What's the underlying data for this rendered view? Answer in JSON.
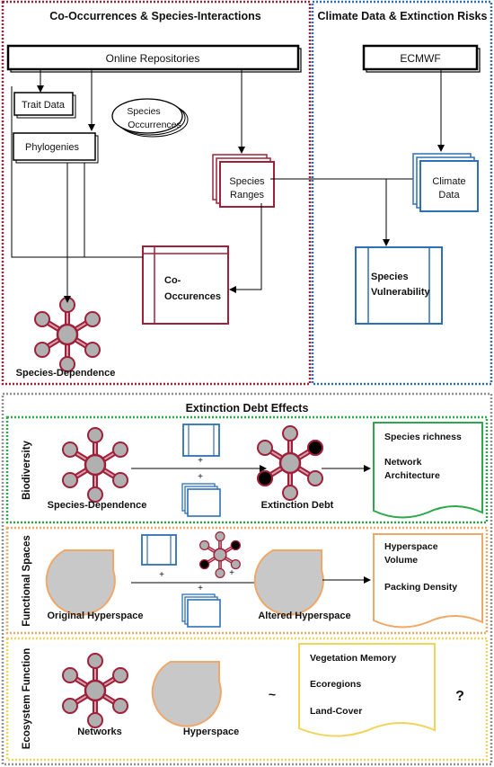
{
  "colors": {
    "red": "#a0203a",
    "blue": "#2e6fb5",
    "green": "#2ea84a",
    "orange": "#f0a868",
    "yellow": "#f2d45a",
    "gray_dots": "#909090",
    "node_fill": "#b0b0b0",
    "shape_fill": "#c8c8c8"
  },
  "top_left": {
    "title": "Co-Occurrences & Species-Interactions",
    "online_repositories": "Online Repositories",
    "trait_data": "Trait Data",
    "species_occurrences_1": "Species",
    "species_occurrences_2": "Occurrences",
    "phylogenies": "Phylogenies",
    "species_ranges_1": "Species",
    "species_ranges_2": "Ranges",
    "co_occurences_1": "Co-",
    "co_occurences_2": "Occurences",
    "species_dependence": "Species-Dependence"
  },
  "top_right": {
    "title": "Climate Data & Extinction Risks",
    "ecmwf": "ECMWF",
    "climate_data_1": "Climate",
    "climate_data_2": "Data",
    "species_vulnerability_1": "Species",
    "species_vulnerability_2": "Vulnerability"
  },
  "bottom": {
    "title": "Extinction Debt Effects",
    "biodiversity": {
      "label": "Biodiversity",
      "species_dependence": "Species-Dependence",
      "extinction_debt": "Extinction Debt",
      "plus_1": "+",
      "plus_2": "+",
      "out_1": "Species richness",
      "out_2": "Network",
      "out_3": "Architecture"
    },
    "functional": {
      "label": "Functional Spaces",
      "original": "Original Hyperspace",
      "altered": "Altered Hyperspace",
      "plus_1": "+",
      "plus_2": "+",
      "plus_3": "+",
      "out_1": "Hyperspace",
      "out_2": "Volume",
      "out_3": "Packing Density"
    },
    "ecosystem": {
      "label": "Ecosystem Function",
      "networks": "Networks",
      "hyperspace": "Hyperspace",
      "plus": "+",
      "tilde": "~",
      "out_1": "Vegetation Memory",
      "out_2": "Ecoregions",
      "out_3": "Land-Cover",
      "question": "?"
    }
  }
}
